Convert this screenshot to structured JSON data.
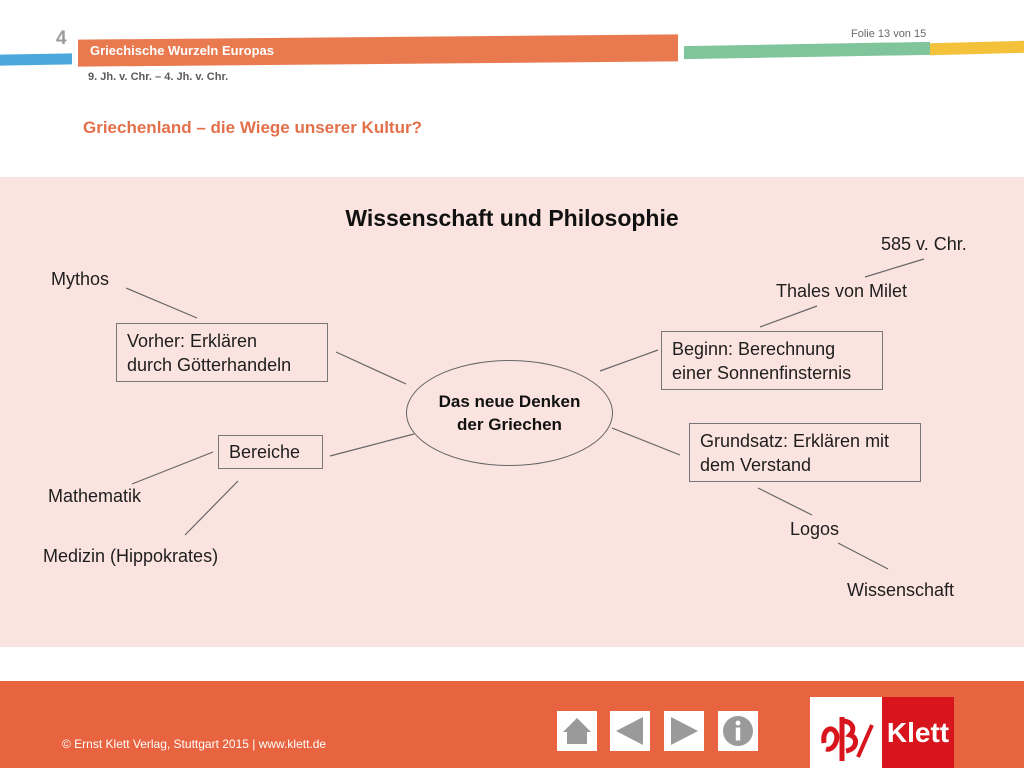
{
  "header": {
    "chapter_number": "4",
    "chapter_title": "Griechische Wurzeln Europas",
    "era": "9. Jh. v. Chr. – 4. Jh. v. Chr.",
    "slide_counter": "Folie 13 von  15",
    "subtitle": "Griechenland – die Wiege unserer Kultur?"
  },
  "diagram": {
    "title": "Wissenschaft und Philosophie",
    "center": {
      "line1": "Das neue Denken",
      "line2": "der Griechen"
    },
    "boxes": {
      "vorher_line1": "Vorher: Erklären",
      "vorher_line2": "durch Götterhandeln",
      "bereiche": "Bereiche",
      "beginn_line1": "Beginn: Berechnung",
      "beginn_line2": "einer Sonnenfinsternis",
      "grundsatz_line1": "Grundsatz: Erklären mit",
      "grundsatz_line2": "dem Verstand"
    },
    "labels": {
      "mythos": "Mythos",
      "mathematik": "Mathematik",
      "medizin": "Medizin (Hippokrates)",
      "date": "585 v. Chr.",
      "thales": "Thales von Milet",
      "logos": "Logos",
      "wissenschaft": "Wissenschaft"
    }
  },
  "footer": {
    "copyright": "© Ernst Klett Verlag, Stuttgart 2015 | www.klett.de",
    "logo_text": "Klett",
    "nav_icons": [
      "home-icon",
      "arrow-left-icon",
      "arrow-right-icon",
      "info-icon"
    ]
  },
  "colors": {
    "accent_orange": "#e97a50",
    "footer_orange": "#e8633f",
    "panel_pink": "#fbe4df",
    "subtitle_orange": "#e4704a",
    "klett_red": "#d8141d"
  }
}
